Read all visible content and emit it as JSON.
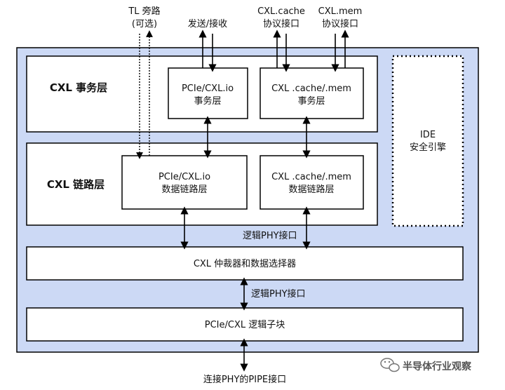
{
  "top_labels": {
    "tl_bypass_line1": "TL 旁路",
    "tl_bypass_line2": "(可选)",
    "send_receive": "发送/接收",
    "cxl_cache_line1": "CXL.cache",
    "cxl_cache_line2": "协议接口",
    "cxl_mem_line1": "CXL.mem",
    "cxl_mem_line2": "协议接口"
  },
  "transaction_layer": {
    "title": "CXL 事务层",
    "pcie_box_line1": "PCIe/CXL.io",
    "pcie_box_line2": "事务层",
    "cache_box_line1": "CXL .cache/.mem",
    "cache_box_line2": "事务层"
  },
  "ide": {
    "line1": "IDE",
    "line2": "安全引擎"
  },
  "link_layer": {
    "title": "CXL 链路层",
    "pcie_box_line1": "PCIe/CXL.io",
    "pcie_box_line2": "数据链路层",
    "cache_box_line1": "CXL .cache/.mem",
    "cache_box_line2": "数据链路层"
  },
  "logic_phy_1": "逻辑PHY接口",
  "arbiter": "CXL 仲裁器和数据选择器",
  "logic_phy_2": "逻辑PHY接口",
  "pcie_logic": "PCIe/CXL 逻辑子块",
  "bottom_label": "连接PHY的PIPE接口",
  "watermark": "半导体行业观察",
  "colors": {
    "outer_fill": "#ccd9f5",
    "box_fill": "#ffffff",
    "stroke": "#000000"
  }
}
